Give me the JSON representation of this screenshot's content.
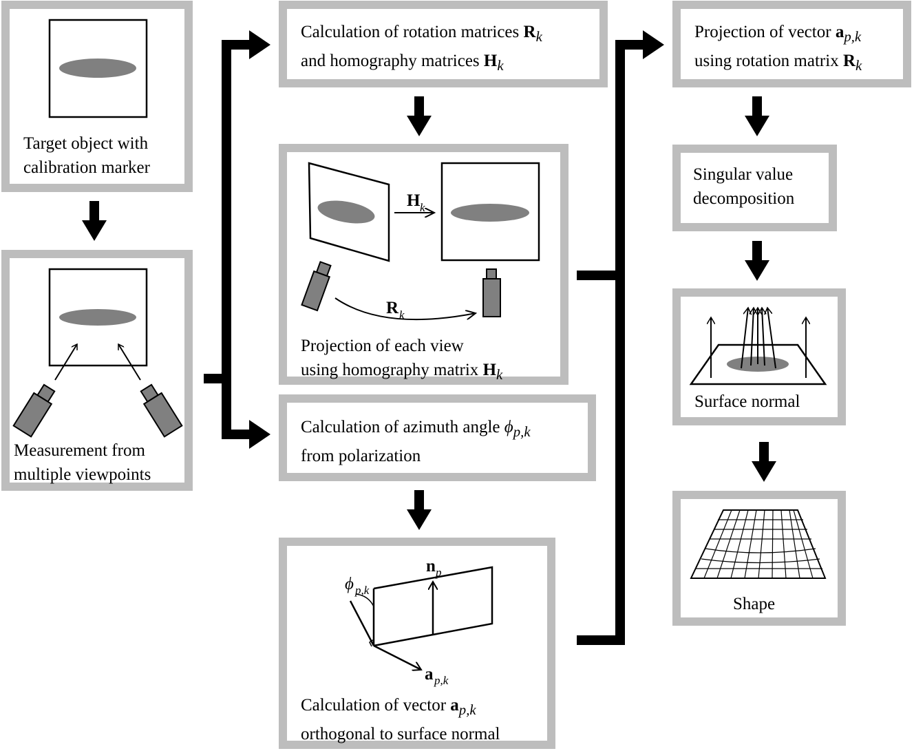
{
  "boxes": {
    "target": {
      "line1": "Target object with",
      "line2": "calibration marker"
    },
    "measurement": {
      "line1": "Measurement from",
      "line2": "multiple viewpoints"
    },
    "rotation_calc": {
      "line1_pre": "Calculation of rotation matrices ",
      "line1_sym": "R",
      "line1_sub": "k",
      "line2_pre": "and homography matrices ",
      "line2_sym": "H",
      "line2_sub": "k"
    },
    "projection_view": {
      "label_h": "H",
      "label_h_sub": "k",
      "label_r": "R",
      "label_r_sub": "k",
      "line1": "Projection of each view",
      "line2_pre": "using homography matrix ",
      "line2_sym": "H",
      "line2_sub": "k"
    },
    "azimuth": {
      "line1_pre": "Calculation of azimuth angle ",
      "line1_sym": "ϕ",
      "line1_sub": "p,k",
      "line2": "from polarization"
    },
    "vector_calc": {
      "label_phi": "ϕ",
      "label_phi_sub": "p,k",
      "label_n": "n",
      "label_n_sub": "p",
      "label_a": "a",
      "label_a_sub": "p,k",
      "line1_pre": "Calculation of vector ",
      "line1_sym": "a",
      "line1_sub": "p,k",
      "line2": "orthogonal to surface normal"
    },
    "projection_vector": {
      "line1_pre": "Projection of vector ",
      "line1_sym": "a",
      "line1_sub": "p,k",
      "line2_pre": "using rotation matrix ",
      "line2_sym": "R",
      "line2_sub": "k"
    },
    "svd": {
      "line1": "Singular value",
      "line2": "decomposition"
    },
    "surface_normal": {
      "label": "Surface normal"
    },
    "shape": {
      "label": "Shape"
    }
  },
  "colors": {
    "border": "#bdbdbd",
    "fill": "#808080",
    "arrow": "#000000"
  }
}
